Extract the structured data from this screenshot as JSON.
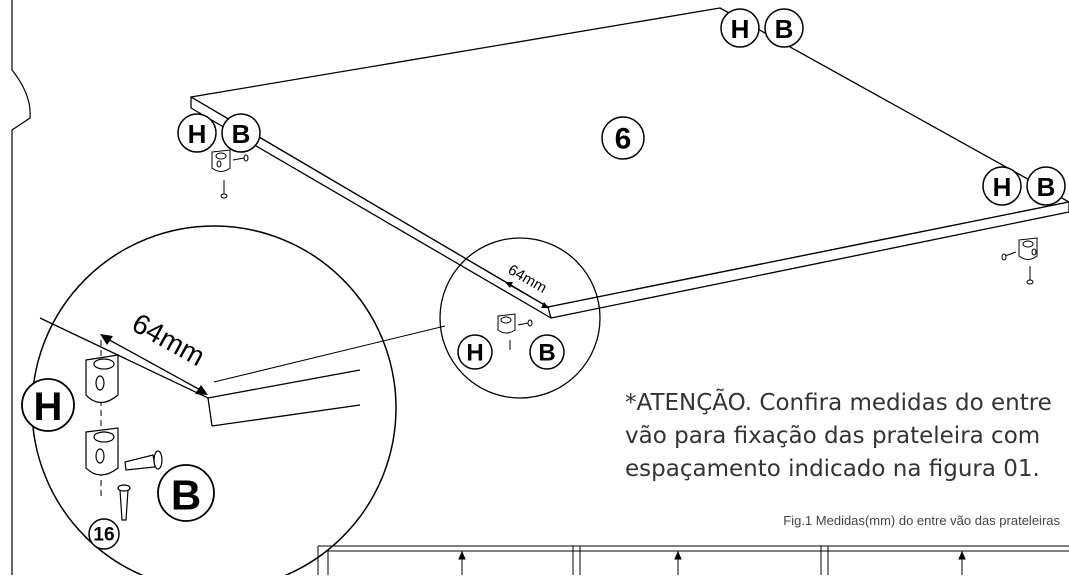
{
  "panel": {
    "number": "6"
  },
  "labels": {
    "bracket": "H",
    "screw": "B",
    "screw_count": "16"
  },
  "measurement": {
    "distance": "64mm"
  },
  "note": "*ATENÇÃO. Confira medidas do entre\nvão para fixação das prateleira com\nespaçamento indicado na figura 01.",
  "figure_caption": "Fig.1 Medidas(mm) do entre vão das prateleiras",
  "colors": {
    "line": "#000000",
    "text": "#333333",
    "background": "#ffffff"
  }
}
